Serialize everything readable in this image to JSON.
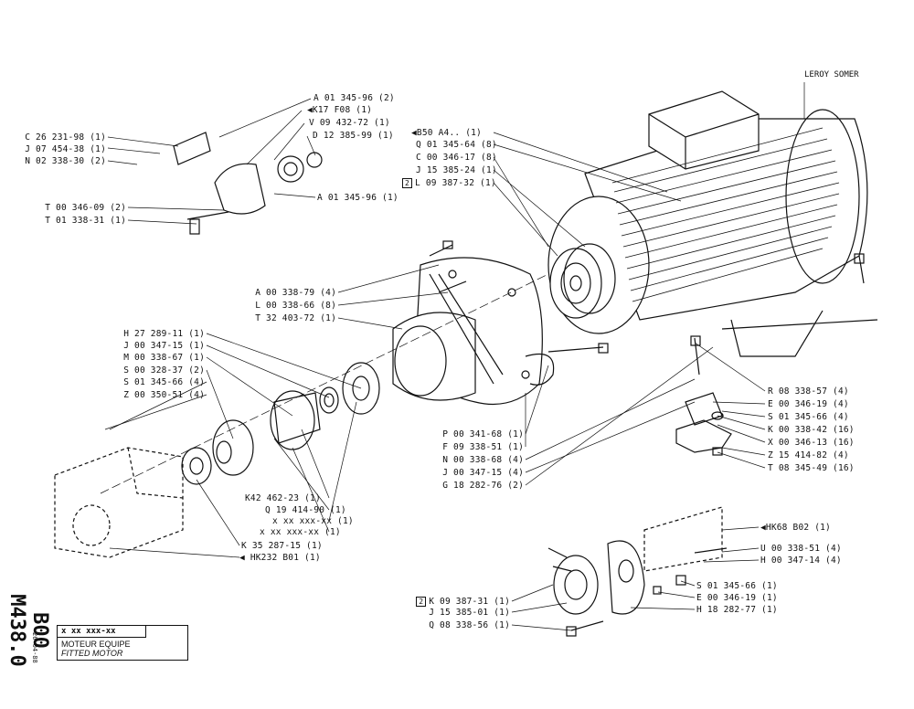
{
  "brand": "LEROY SOMER",
  "drawing_code": "B00 M438.0",
  "date": "26-04-88",
  "title_block": {
    "ref": "x xx xxx-xx",
    "title_fr": "MOTEUR EQUIPE",
    "title_en": "FITTED MOTOR"
  },
  "labels_top_left": [
    "A 01 345-96 (2)",
    "K17 F08 (1)",
    "V 09 432-72 (1)",
    "D 12 385-99 (1)",
    "C 26 231-98 (1)",
    "J 07 454-38 (1)",
    "N 02 338-30 (2)",
    "A 01 345-96 (1)",
    "T 00 346-09 (2)",
    "T 01 338-31 (1)"
  ],
  "labels_top_mid": [
    "B50 A4.. (1)",
    "Q 01 345-64 (8)",
    "C 00 346-17 (8)",
    "J 15 385-24 (1)",
    "L 09 387-32 (1)"
  ],
  "labels_mid": [
    "A 00 338-79 (4)",
    "L 00 338-66 (8)",
    "T 32 403-72 (1)"
  ],
  "labels_left": [
    "H 27 289-11 (1)",
    "J 00 347-15 (1)",
    "M 00 338-67 (1)",
    "S 00 328-37 (2)",
    "S 01 345-66 (4)",
    "Z 00 350-51 (4)"
  ],
  "labels_center": [
    "P 00 341-68 (1)",
    "F 09 338-51 (1)",
    "N 00 338-68 (4)",
    "J 00 347-15 (4)",
    "G 18 282-76 (2)"
  ],
  "labels_right": [
    "R 08 338-57 (4)",
    "E 00 346-19 (4)",
    "S 01 345-66 (4)",
    "K 00 338-42 (16)",
    "X 00 346-13 (16)",
    "Z 15 414-82 (4)",
    "T 08 345-49 (16)"
  ],
  "labels_bottom_left": [
    "K42 462-23 (1)",
    "Q 19 414-90 (1)",
    "x xx xxx-xx (1)",
    "x xx xxx-xx (1)",
    "K 35 287-15 (1)",
    "HK232 B01 (1)"
  ],
  "labels_bottom_right": [
    "HK68 B02 (1)",
    "U 00 338-51 (4)",
    "H 00 347-14 (4)",
    "S 01 345-66 (1)",
    "E 00 346-19 (1)",
    "H 18 282-77 (1)",
    "K 09 387-31 (1)",
    "J 15 385-01 (1)",
    "Q 08 338-56 (1)"
  ],
  "box_tag": "2",
  "colors": {
    "ink": "#111111",
    "paper": "#ffffff"
  }
}
